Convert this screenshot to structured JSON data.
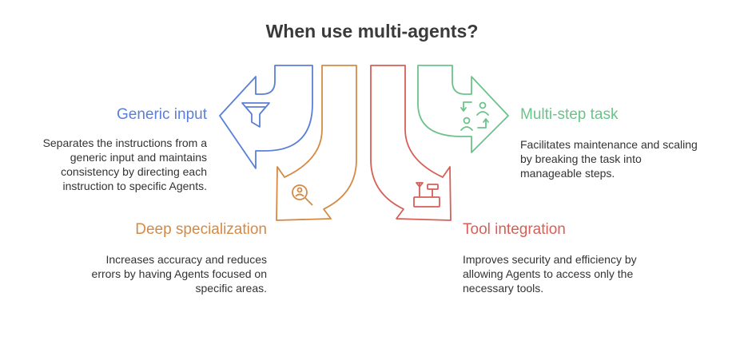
{
  "title": "When use multi-agents?",
  "colors": {
    "blue": "#5b7fd6",
    "orange": "#d48a45",
    "red": "#d65f57",
    "green": "#6cc38a",
    "text": "#333333",
    "title": "#3a3a3a"
  },
  "items": [
    {
      "heading": "Generic input",
      "color": "blue",
      "icon": "funnel-icon",
      "desc": [
        "Separates the instructions from a",
        "generic input and maintains",
        "consistency by directing each",
        "instruction to specific Agents."
      ]
    },
    {
      "heading": "Deep specialization",
      "color": "orange",
      "icon": "magnifier-icon",
      "desc": [
        "Increases accuracy and reduces",
        "errors by having Agents focused on",
        "specific areas."
      ]
    },
    {
      "heading": "Tool integration",
      "color": "red",
      "icon": "toolbox-icon",
      "desc": [
        "Improves security and efficiency by",
        "allowing Agents to access only the",
        "necessary tools."
      ]
    },
    {
      "heading": "Multi-step task",
      "color": "green",
      "icon": "user-swap-icon",
      "desc": [
        "Facilitates maintenance and scaling",
        "by breaking the task into",
        "manageable steps."
      ]
    }
  ]
}
